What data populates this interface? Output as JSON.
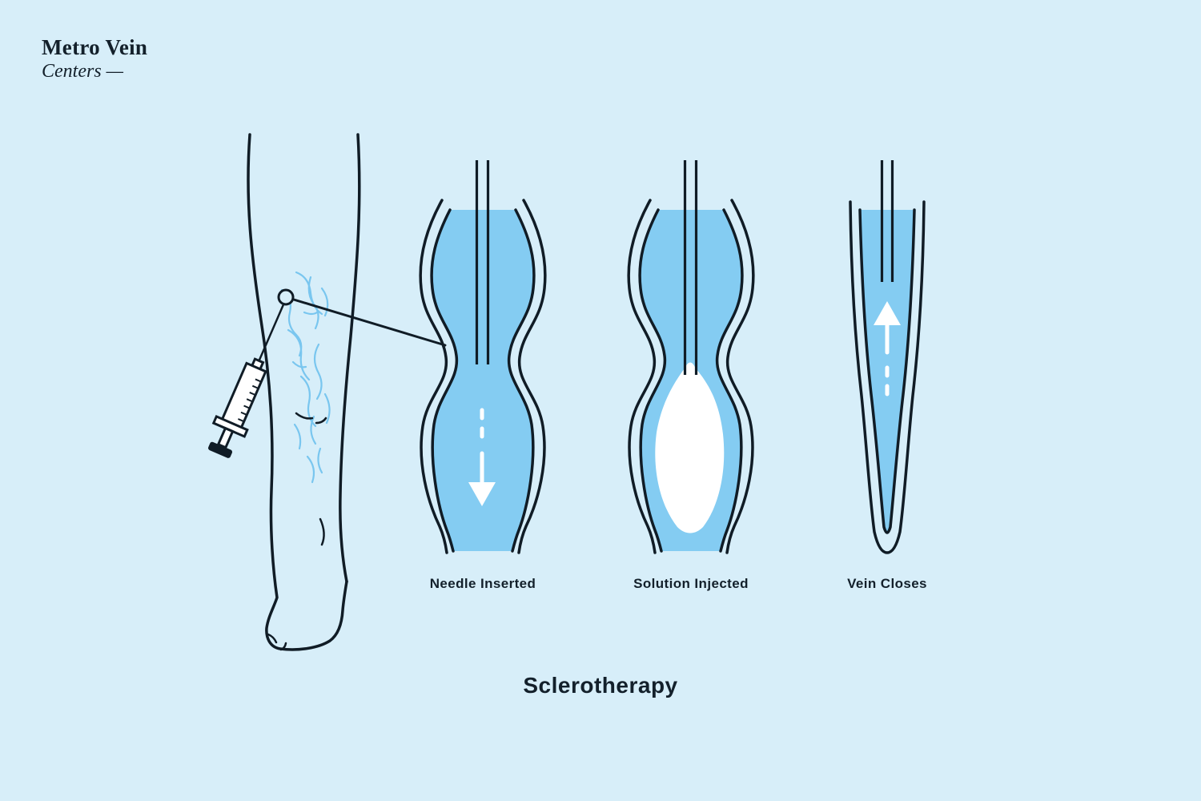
{
  "brand": {
    "line1": "Metro Vein",
    "line2": "Centers —"
  },
  "diagram": {
    "title": "Sclerotherapy",
    "stages": [
      {
        "label": "Needle Inserted"
      },
      {
        "label": "Solution Injected"
      },
      {
        "label": "Vein Closes"
      }
    ]
  },
  "icons": {
    "leg": "leg-with-varicose-veins-icon",
    "syringe": "syringe-icon",
    "site_marker": "injection-site-circle-icon",
    "arrow_down": "flow-down-arrow-icon",
    "arrow_up": "flow-up-arrow-icon",
    "needle": "needle-icon"
  },
  "colors": {
    "background": "#d7eef9",
    "vein_fill": "#84ccf2",
    "outline": "#101c26",
    "spider_vein": "#79c6ef",
    "solution": "#ffffff",
    "text": "#13202b"
  }
}
